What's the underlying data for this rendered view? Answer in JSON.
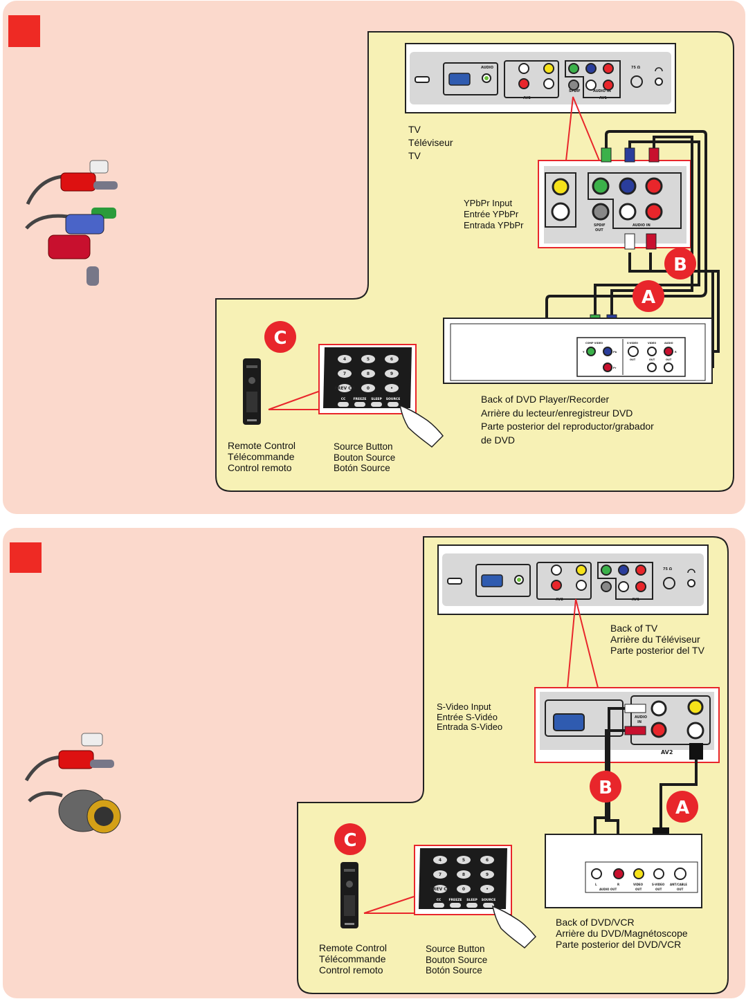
{
  "colors": {
    "panel_bg": "#fbd9cc",
    "area_bg": "#f7f1b5",
    "step_marker": "#ee2a24",
    "highlight": "#e8262b",
    "badge": "#e8262b"
  },
  "tv_panel": {
    "audio": "AUDIO",
    "audio_in": "AUDIO IN",
    "av2": "AV2",
    "av1": "AV1",
    "spdif": "SPDIF",
    "out": "OUT",
    "antenna": "75 Ω",
    "headphone_icon": "headphone-icon"
  },
  "step1": {
    "tv_label": [
      "TV",
      "Téléviseur",
      "TV"
    ],
    "input_label": [
      "YPbPr Input",
      "Entrée YPbPr",
      "Entrada YPbPr"
    ],
    "inset": {
      "spdif": "SPDIF",
      "out": "OUT",
      "audio_in": "AUDIO IN"
    },
    "dvd_label": [
      "Back of DVD Player/Recorder",
      "Arrière du lecteur/enregistreur DVD",
      "Parte posterior del reproductor/grabador",
      "de DVD"
    ],
    "dvd_ports": {
      "comp_video": "COMP VIDEO",
      "y": "Y",
      "pb": "Pb",
      "pr": "Pr",
      "svideo": "S-VIDEO",
      "video": "VIDEO",
      "audio": "AUDIO",
      "out": "OUT",
      "r": "R"
    },
    "remote_label": [
      "Remote Control",
      "Télécommande",
      "Control remoto"
    ],
    "source_label": [
      "Source Button",
      "Bouton Source",
      "Botón Source"
    ],
    "badges": {
      "a": "A",
      "b": "B",
      "c": "C"
    }
  },
  "step2": {
    "tv_label": [
      "Back of TV",
      "Arrière du Téléviseur",
      "Parte posterior del TV"
    ],
    "input_label": [
      "S-Video Input",
      "Entrée S-Vidéo",
      "Entrada S-Video"
    ],
    "inset": {
      "audio": "AUDIO",
      "in": "IN",
      "av2": "AV2"
    },
    "dvd_label": [
      "Back of DVD/VCR",
      "Arrière du DVD/Magnétoscope",
      "Parte posterior del DVD/VCR"
    ],
    "dvd_ports": {
      "l": "L",
      "r": "R",
      "audio_out": "AUDIO OUT",
      "video": "VIDEO",
      "svideo": "S-VIDEO",
      "ant": "ANT/CABLE",
      "out": "OUT"
    },
    "remote_label": [
      "Remote Control",
      "Télécommande",
      "Control remoto"
    ],
    "source_label": [
      "Source Button",
      "Bouton Source",
      "Botón Source"
    ],
    "badges": {
      "a": "A",
      "b": "B",
      "c": "C"
    }
  },
  "remote_keys": {
    "k4": "4",
    "k5": "5",
    "k6": "6",
    "k7": "7",
    "k8": "8",
    "k9": "9",
    "prev": "PREV CH",
    "k0": "0",
    "dot": "•",
    "cc": "CC",
    "freeze": "FREEZE",
    "sleep": "SLEEP",
    "source": "SOURCE"
  }
}
